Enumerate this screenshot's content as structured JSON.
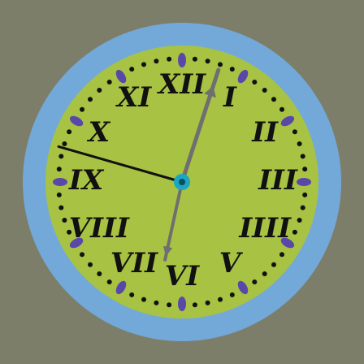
{
  "clock": {
    "colors": {
      "background": "#7c7e6a",
      "bezel": "#73a9d8",
      "face": "#a8c243",
      "numerals": "#111111",
      "minute_dots": "#111111",
      "hour_markers": "#5a48a8",
      "hour_hand": "#111111",
      "minute_hand": "#6f6f6f",
      "second_hand": "#6f6f6f",
      "center_cap": "#1ba6c4"
    },
    "numerals": [
      "XII",
      "I",
      "II",
      "III",
      "IIII",
      "V",
      "VI",
      "VII",
      "VIII",
      "IX",
      "X",
      "XI"
    ],
    "time": {
      "hours": 9,
      "minutes": 32,
      "seconds": 3
    }
  }
}
